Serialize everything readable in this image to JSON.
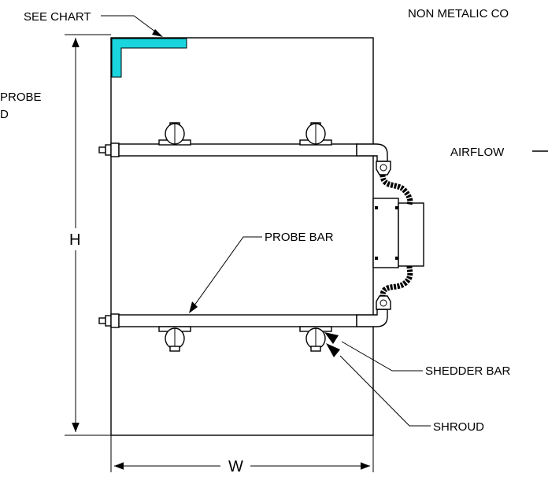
{
  "labels": {
    "see_chart": "SEE CHART",
    "non_metallic": "NON METALIC CO",
    "probe_line1": "PROBE",
    "probe_line2": "D",
    "airflow": "AIRFLOW",
    "h": "H",
    "w": "W",
    "probe_bar": "PROBE BAR",
    "shedder_bar": "SHEDDER BAR",
    "shroud": "SHROUD"
  },
  "colors": {
    "angle_bracket": "#1ad4de",
    "line": "#000000"
  }
}
